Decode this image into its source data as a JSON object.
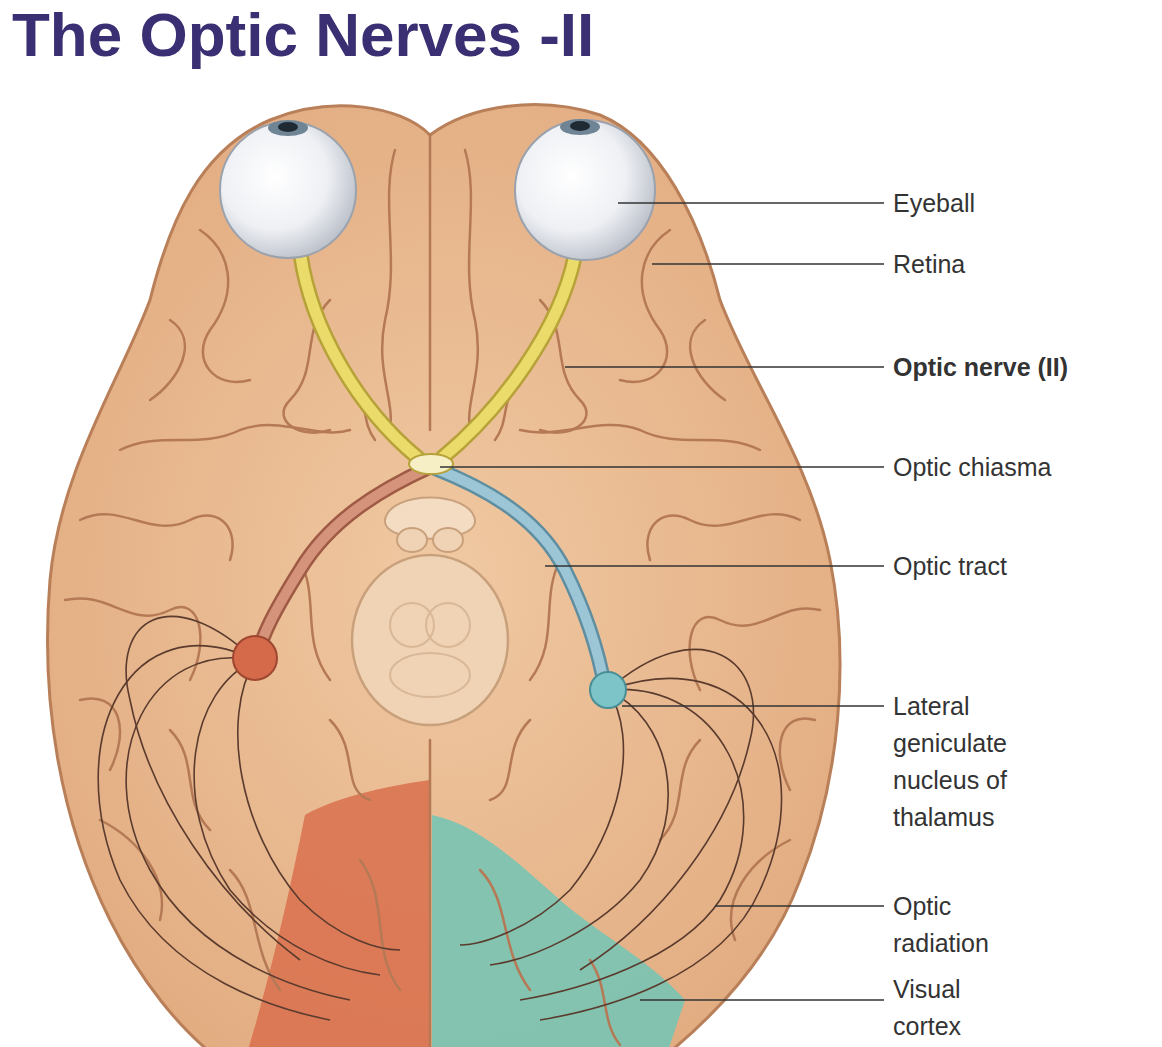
{
  "diagram": {
    "title": "The Optic Nerves -II",
    "labels": [
      "Eyeball",
      "Retina",
      "Optic nerve (II)",
      "Optic chiasma",
      "Optic tract",
      "Lateral geniculate nucleus of thalamus",
      "Optic radiation",
      "Visual cortex"
    ]
  }
}
